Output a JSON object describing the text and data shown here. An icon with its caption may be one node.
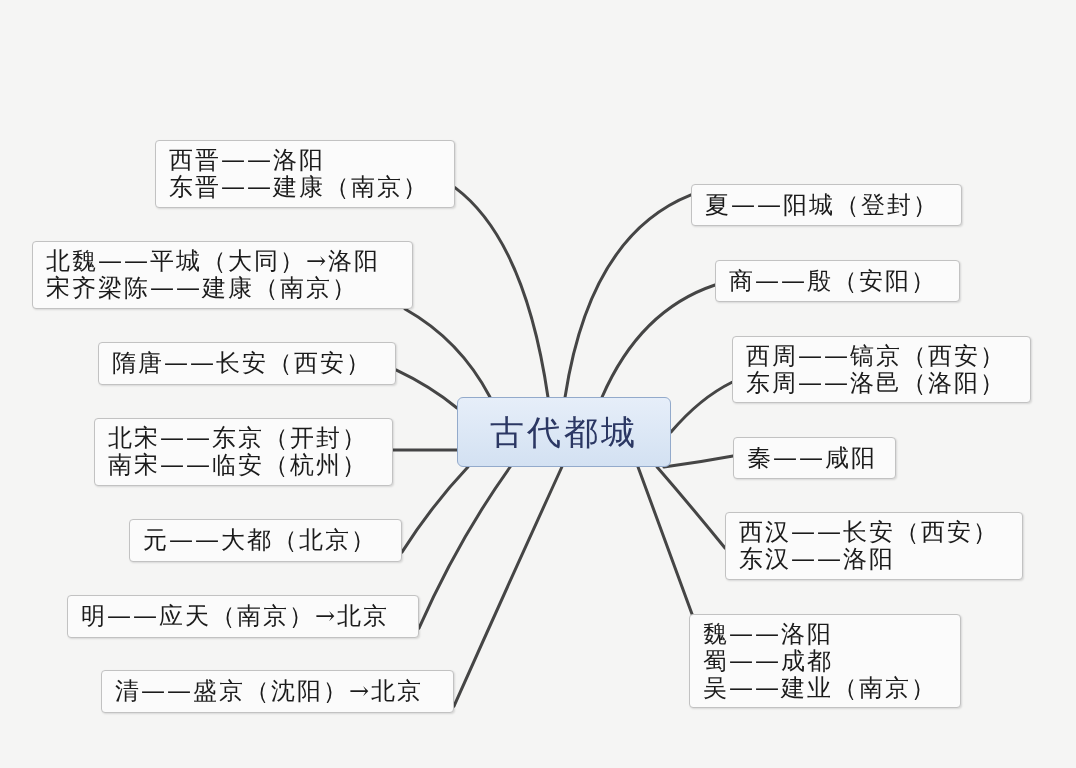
{
  "diagram": {
    "nodes": [
      {
        "text": [
          "古代都城"
        ]
      },
      {
        "text": [
          "夏——阳城（登封）"
        ]
      },
      {
        "text": [
          "商——殷（安阳）"
        ]
      },
      {
        "text": [
          "西周——镐京（西安）",
          "东周——洛邑（洛阳）"
        ]
      },
      {
        "text": [
          "秦——咸阳"
        ]
      },
      {
        "text": [
          "西汉——长安（西安）",
          "东汉——洛阳"
        ]
      },
      {
        "text": [
          "魏——洛阳",
          "蜀——成都",
          "吴——建业（南京）"
        ]
      },
      {
        "text": [
          "西晋——洛阳",
          "东晋——建康（南京）"
        ]
      },
      {
        "text": [
          "北魏——平城（大同）→洛阳",
          "宋齐梁陈——建康（南京）"
        ]
      },
      {
        "text": [
          "隋唐——长安（西安）"
        ]
      },
      {
        "text": [
          "北宋——东京（开封）",
          "南宋——临安（杭州）"
        ]
      },
      {
        "text": [
          "元——大都（北京）"
        ]
      },
      {
        "text": [
          "明——应天（南京）→北京"
        ]
      },
      {
        "text": [
          "清——盛京（沈阳）→北京"
        ]
      }
    ],
    "edges": [
      {
        "from": 0,
        "to": 1,
        "arrow": "none"
      },
      {
        "from": 0,
        "to": 2,
        "arrow": "none"
      },
      {
        "from": 0,
        "to": 3,
        "arrow": "none"
      },
      {
        "from": 0,
        "to": 4,
        "arrow": "none"
      },
      {
        "from": 0,
        "to": 5,
        "arrow": "none"
      },
      {
        "from": 0,
        "to": 6,
        "arrow": "none"
      },
      {
        "from": 0,
        "to": 7,
        "arrow": "none"
      },
      {
        "from": 0,
        "to": 8,
        "arrow": "none"
      },
      {
        "from": 0,
        "to": 9,
        "arrow": "none"
      },
      {
        "from": 0,
        "to": 10,
        "arrow": "none"
      },
      {
        "from": 0,
        "to": 11,
        "arrow": "none"
      },
      {
        "from": 0,
        "to": 12,
        "arrow": "none"
      },
      {
        "from": 0,
        "to": 13,
        "arrow": "none"
      }
    ]
  }
}
